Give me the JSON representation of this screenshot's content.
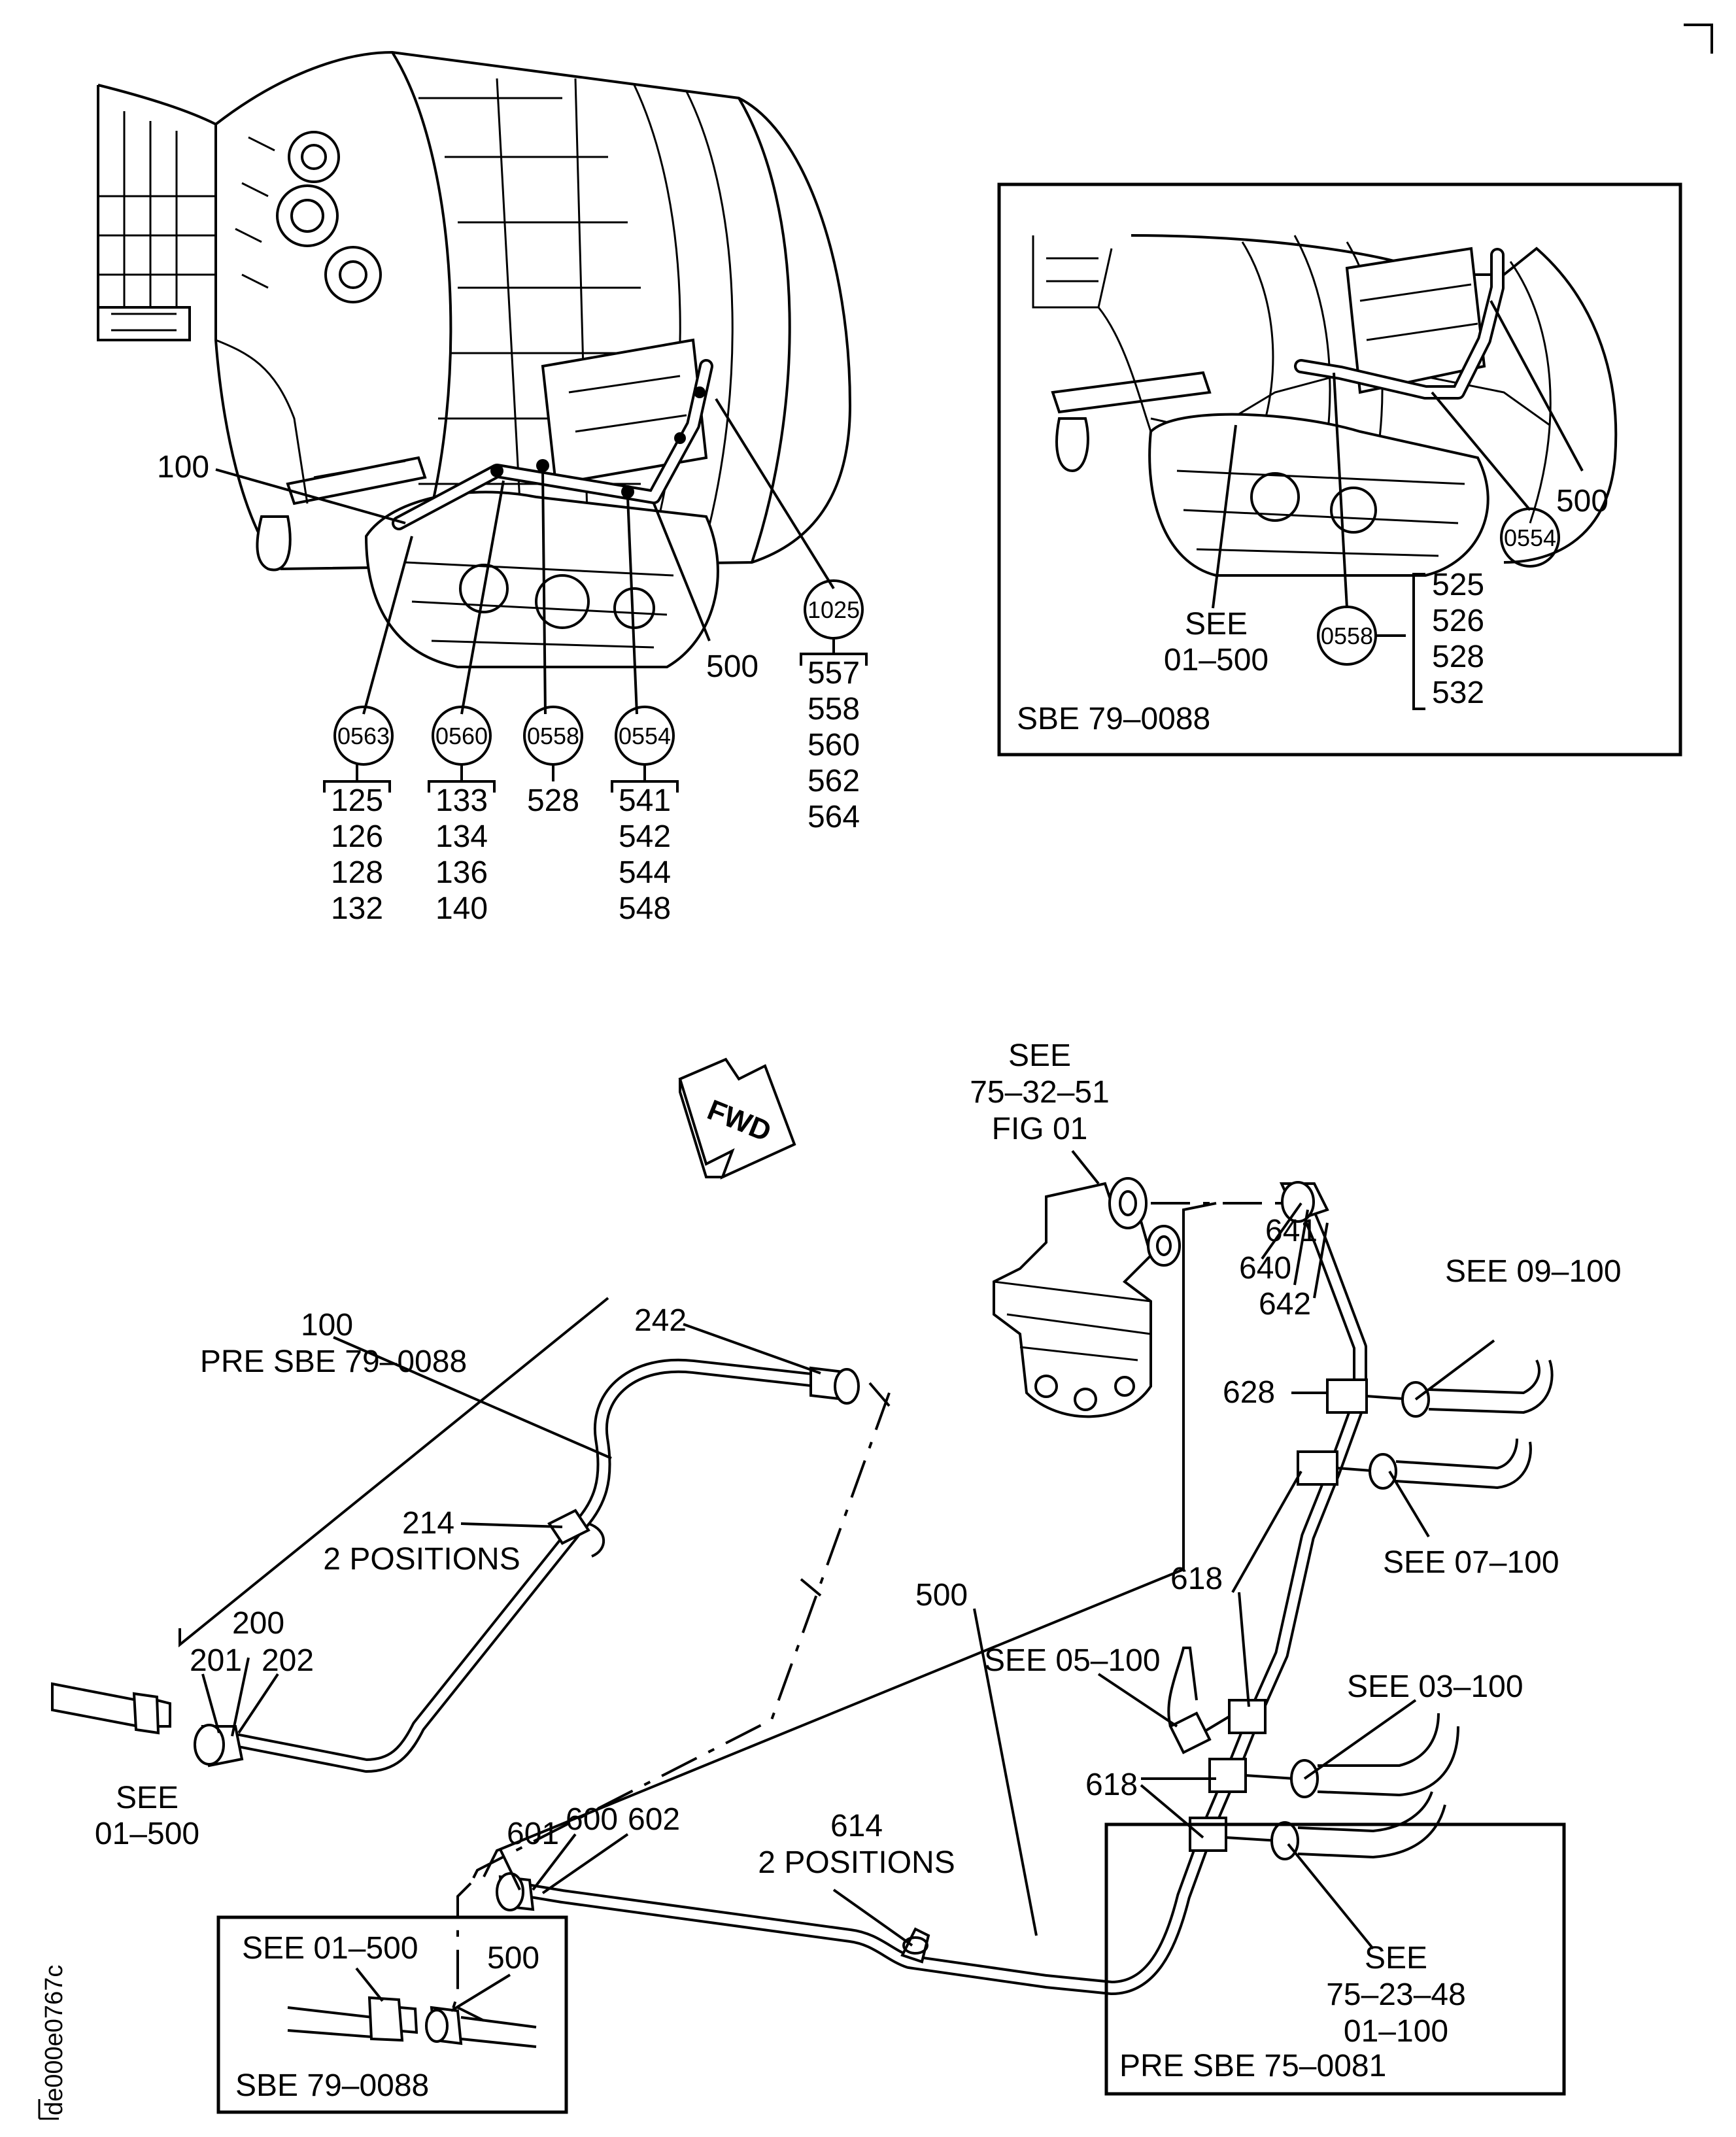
{
  "drawing_id": "de000e0767c",
  "callouts": {
    "top_main": {
      "c0563": "0563",
      "c0560": "0560",
      "c0558": "0558",
      "c0554": "0554",
      "c1025": "1025",
      "l100": "100",
      "l500": "500",
      "g0563": [
        "125",
        "126",
        "128",
        "132"
      ],
      "g0560": [
        "133",
        "134",
        "136",
        "140"
      ],
      "g0558": [
        "528"
      ],
      "g0554": [
        "541",
        "542",
        "544",
        "548"
      ],
      "g1025": [
        "557",
        "558",
        "560",
        "562",
        "564"
      ]
    },
    "inset_top": {
      "label": "SBE 79–0088",
      "l500": "500",
      "c0554": "0554",
      "c0558": "0558",
      "see": [
        "SEE",
        "01–500"
      ],
      "g0558": [
        "525",
        "526",
        "528",
        "532"
      ]
    },
    "fwd": "FWD",
    "see_75_32_51": [
      "SEE",
      "75–32–51",
      "FIG 01"
    ],
    "l100_pre": [
      "100",
      "PRE SBE 79–0088"
    ],
    "l242": "242",
    "l214": [
      "214",
      "2 POSITIONS"
    ],
    "l200": "200",
    "l201": "201",
    "l202": "202",
    "see_01_500_left": [
      "SEE",
      "01–500"
    ],
    "l641": "641",
    "l640": "640",
    "l642": "642",
    "l628": "628",
    "see_09_100": "SEE 09–100",
    "see_07_100": "SEE 07–100",
    "l618a": "618",
    "l618b": "618",
    "l500_lower": "500",
    "see_05_100": "SEE 05–100",
    "see_03_100": "SEE 03–100",
    "l601": "601",
    "l600": "600",
    "l602": "602",
    "l614": [
      "614",
      "2 POSITIONS"
    ],
    "see_75_23_48": [
      "SEE",
      "75–23–48",
      "01–100"
    ],
    "inset_bl": {
      "see": "SEE 01–500",
      "l500": "500",
      "label": "SBE 79–0088"
    },
    "inset_br": {
      "label": "PRE SBE 75–0081"
    }
  }
}
